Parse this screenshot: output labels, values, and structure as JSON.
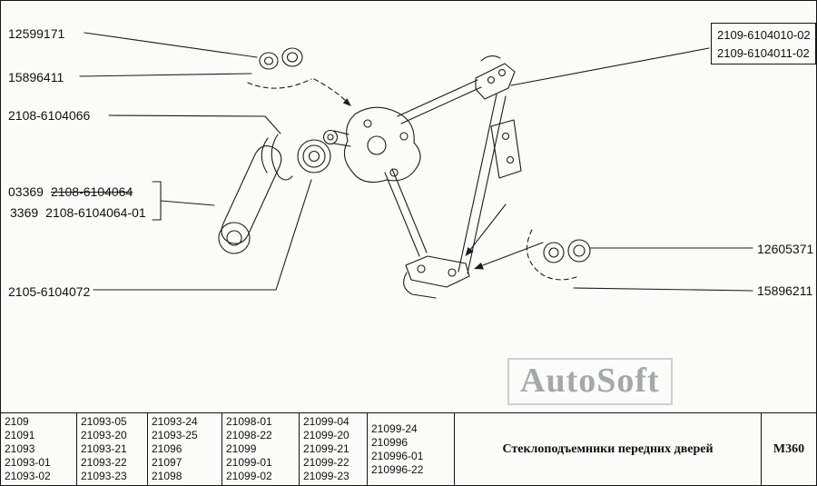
{
  "callouts": {
    "nut_top": "12599171",
    "washer_top": "15896411",
    "bushing": "2108-6104066",
    "handle_group": {
      "line1_prefix": "03369",
      "line1_number": "2108-6104064",
      "line2_prefix": "3369",
      "line2_number": "2108-6104064-01"
    },
    "rosette": "2105-6104072",
    "assembly_box": [
      "2109-6104010-02",
      "2109-6104011-02"
    ],
    "nut_right": "12605371",
    "washer_right": "15896211"
  },
  "watermark": "AutoSoft",
  "table": {
    "columns": [
      [
        "2109",
        "21091",
        "21093",
        "21093-01",
        "21093-02"
      ],
      [
        "21093-05",
        "21093-20",
        "21093-21",
        "21093-22",
        "21093-23"
      ],
      [
        "21093-24",
        "21093-25",
        "21096",
        "21097",
        "21098"
      ],
      [
        "21098-01",
        "21098-22",
        "21099",
        "21099-01",
        "21099-02"
      ],
      [
        "21099-04",
        "21099-20",
        "21099-21",
        "21099-22",
        "21099-23"
      ],
      [
        "21099-24",
        "210996",
        "210996-01",
        "210996-22"
      ]
    ],
    "title": "Стеклоподъемники передних дверей",
    "sheet_code": "М360"
  }
}
